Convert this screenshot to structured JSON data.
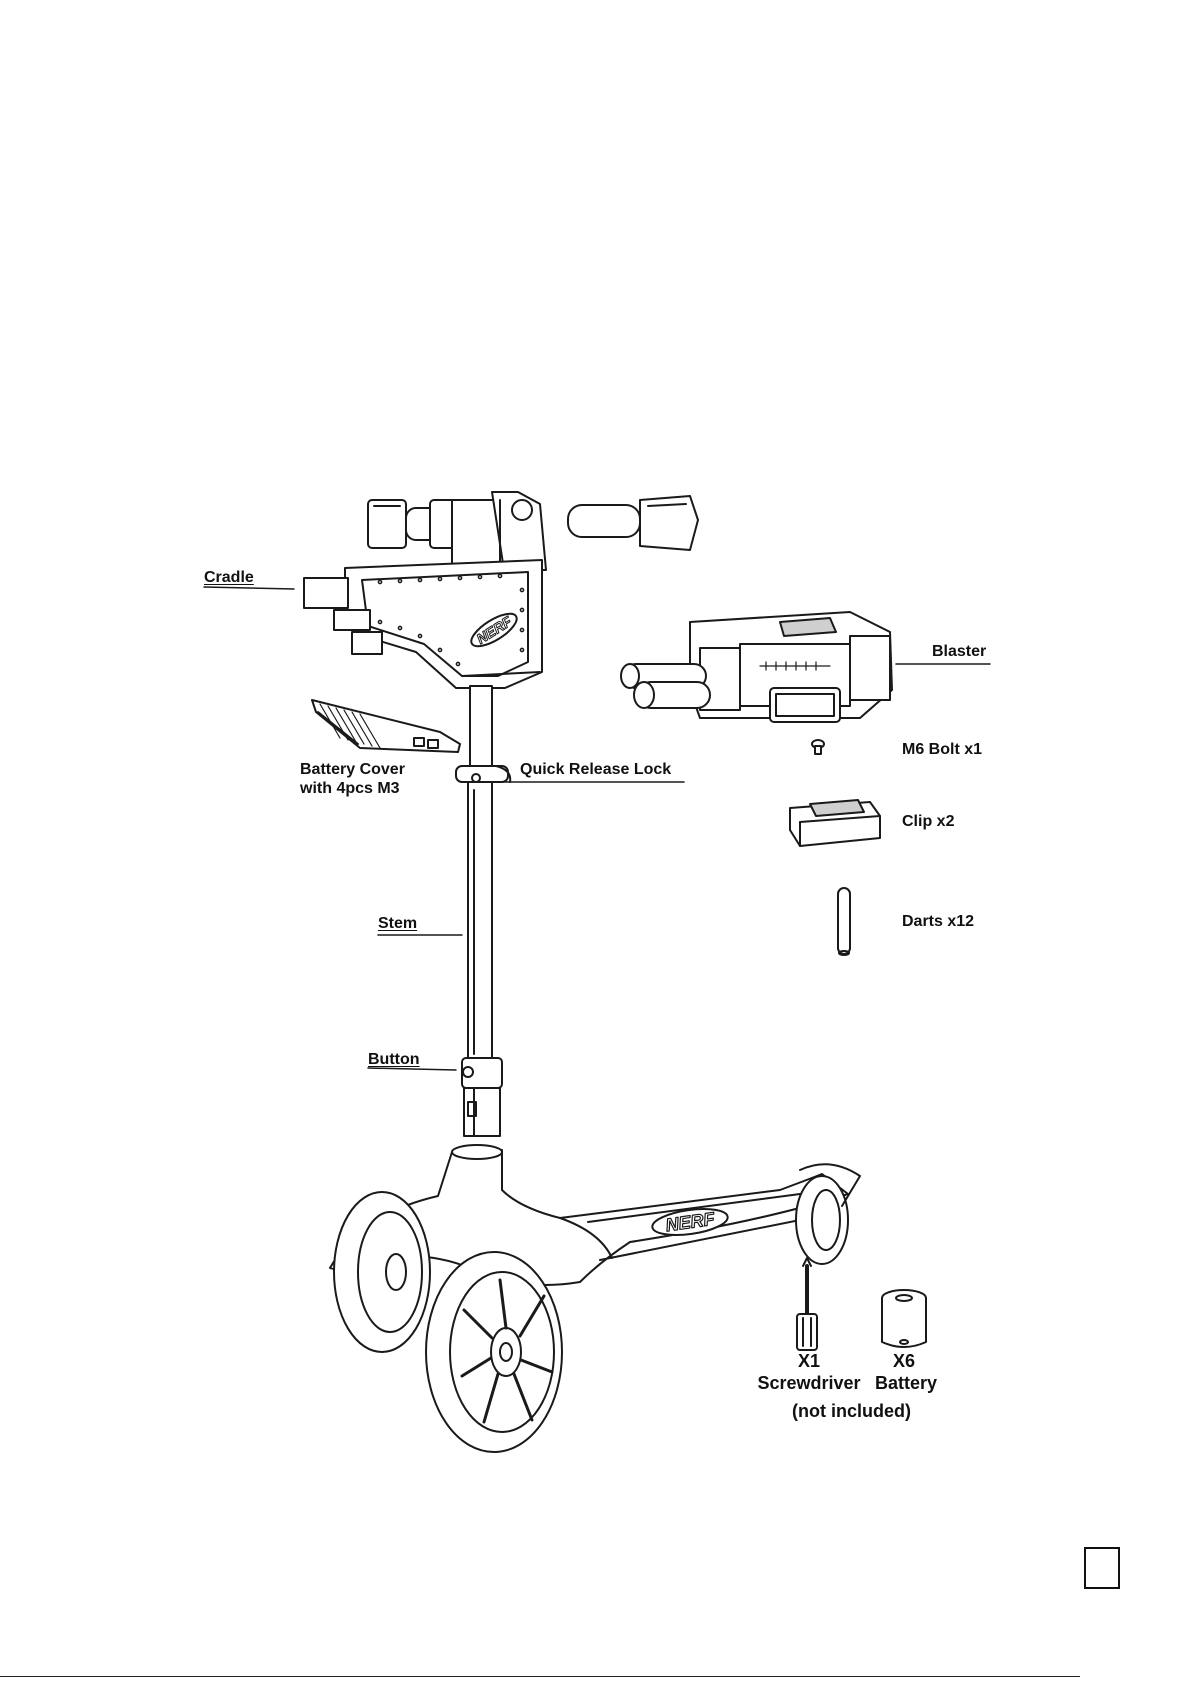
{
  "labels": {
    "cradle": "Cradle",
    "blaster": "Blaster",
    "battery_cover_line1": "Battery Cover",
    "battery_cover_line2": "with 4pcs M3",
    "quick_release_lock": "Quick Release Lock",
    "m6_bolt": "M6 Bolt x1",
    "clip": "Clip x2",
    "stem": "Stem",
    "darts": "Darts x12",
    "button": "Button",
    "screwdriver_qty": "X1",
    "screwdriver": "Screwdriver",
    "battery_qty": "X6",
    "battery": "Battery",
    "not_included": "(not included)"
  },
  "logo_text": "NERF",
  "colors": {
    "line": "#1a1a1a",
    "fill": "#ffffff",
    "shade": "#cfcfcf"
  }
}
